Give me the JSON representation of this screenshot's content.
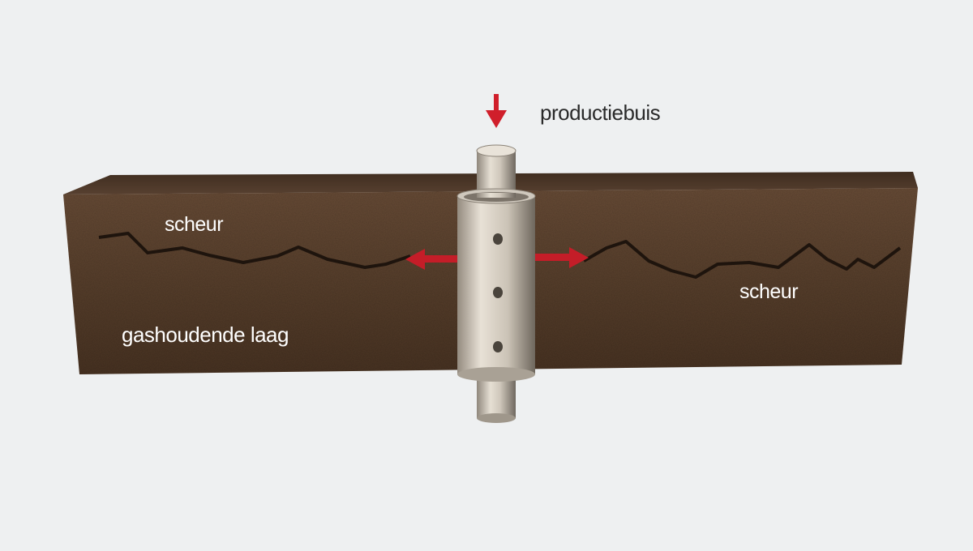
{
  "labels": {
    "production_pipe": "productiebuis",
    "fracture_left": "scheur",
    "fracture_right": "scheur",
    "gas_layer": "gashoudende laag"
  },
  "colors": {
    "background": "#eef0f1",
    "rock_front": "#5d4330",
    "rock_top": "#4a3524",
    "arrow": "#d01f2b",
    "pipe": "#c9c1b5",
    "label_dark": "#2a2a2a",
    "label_light": "#ffffff"
  },
  "icons": {
    "flow_arrow_down": "arrow-down-icon",
    "flow_arrow_left": "arrow-left-icon",
    "flow_arrow_right": "arrow-right-icon"
  }
}
